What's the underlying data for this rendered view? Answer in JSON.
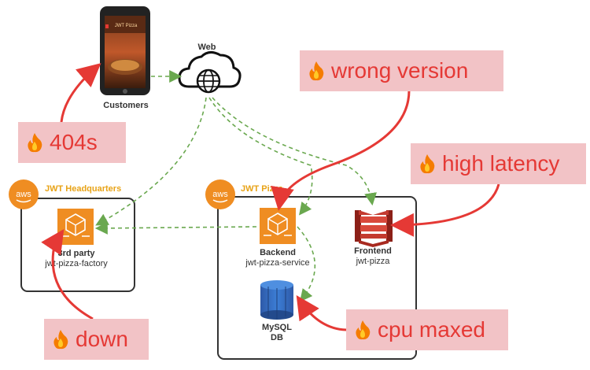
{
  "customers": {
    "label": "Customers",
    "app_title": "JWT Pizza"
  },
  "web": {
    "label": "Web"
  },
  "groups": {
    "hq": {
      "title": "JWT Headquarters",
      "aws_badge": "aws"
    },
    "pizza": {
      "title": "JWT Pizza",
      "aws_badge": "aws"
    }
  },
  "nodes": {
    "third_party": {
      "title": "3rd party",
      "subtitle": "jwt-pizza-factory"
    },
    "backend": {
      "title": "Backend",
      "subtitle": "jwt-pizza-service"
    },
    "frontend": {
      "title": "Frontend",
      "subtitle": "jwt-pizza"
    },
    "mysql": {
      "title_line1": "MySQL",
      "title_line2": "DB"
    }
  },
  "alerts": {
    "a404": "404s",
    "wrong_version": "wrong version",
    "high_latency": "high latency",
    "down": "down",
    "cpu_maxed": "cpu maxed"
  },
  "colors": {
    "alert_bg": "#f2c3c6",
    "alert_text": "#e53935",
    "aws_orange": "#ef8d22",
    "group_title": "#e8a317",
    "dashed_green": "#6aa84f",
    "red_arrow": "#e53935"
  }
}
